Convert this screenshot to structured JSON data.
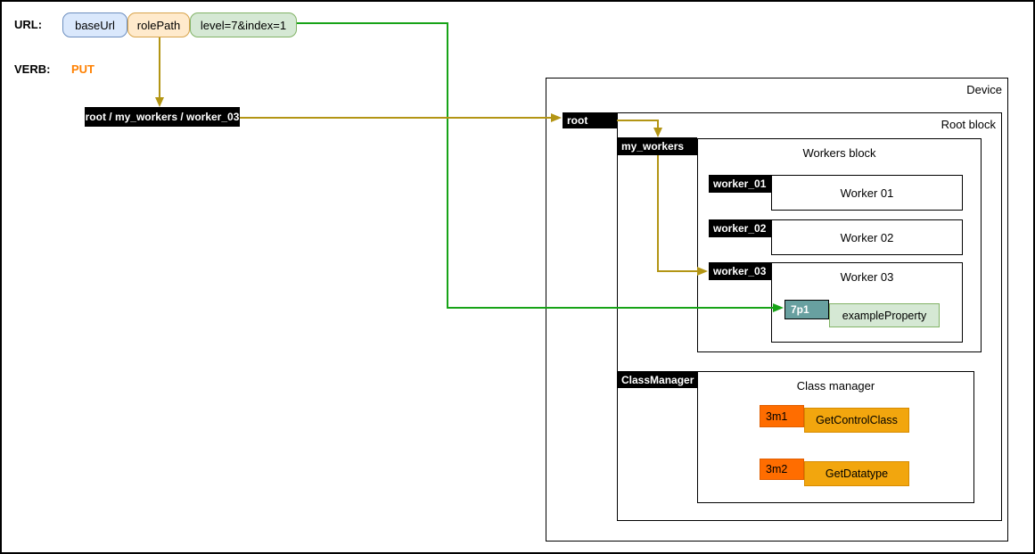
{
  "colors": {
    "edge_yellow": "#b39514",
    "edge_green": "#17a317",
    "chip_blue_fill": "#dae8fc",
    "chip_blue_border": "#6c8ebf",
    "chip_orange_fill": "#ffeacc",
    "chip_orange_border": "#d8a44c",
    "chip_green_fill": "#d5e8d4",
    "chip_green_border": "#82b366",
    "property_key_fill": "#68a0a0",
    "method_key_fill": "#ff6d00",
    "method_name_fill": "#f2a60e",
    "verb_color": "#ff8000",
    "label_bg": "#000000",
    "label_text": "#ffffff"
  },
  "url_row": {
    "label": "URL:",
    "segments": [
      {
        "id": "baseUrl",
        "text": "baseUrl"
      },
      {
        "id": "rolePath",
        "text": "rolePath"
      },
      {
        "id": "query",
        "text": "level=7&index=1"
      }
    ]
  },
  "verb_row": {
    "label": "VERB:",
    "value": "PUT"
  },
  "path_box": {
    "text": "root / my_workers / worker_03"
  },
  "device": {
    "title": "Device",
    "root_block": {
      "label": "root",
      "title": "Root block",
      "workers": {
        "label": "my_workers",
        "title": "Workers block",
        "items": [
          {
            "label": "worker_01",
            "title": "Worker 01"
          },
          {
            "label": "worker_02",
            "title": "Worker 02"
          },
          {
            "label": "worker_03",
            "title": "Worker 03",
            "property": {
              "key": "7p1",
              "value": "exampleProperty"
            }
          }
        ]
      },
      "class_manager": {
        "label": "ClassManager",
        "title": "Class manager",
        "methods": [
          {
            "key": "3m1",
            "name": "GetControlClass"
          },
          {
            "key": "3m2",
            "name": "GetDatatype"
          }
        ]
      }
    }
  }
}
